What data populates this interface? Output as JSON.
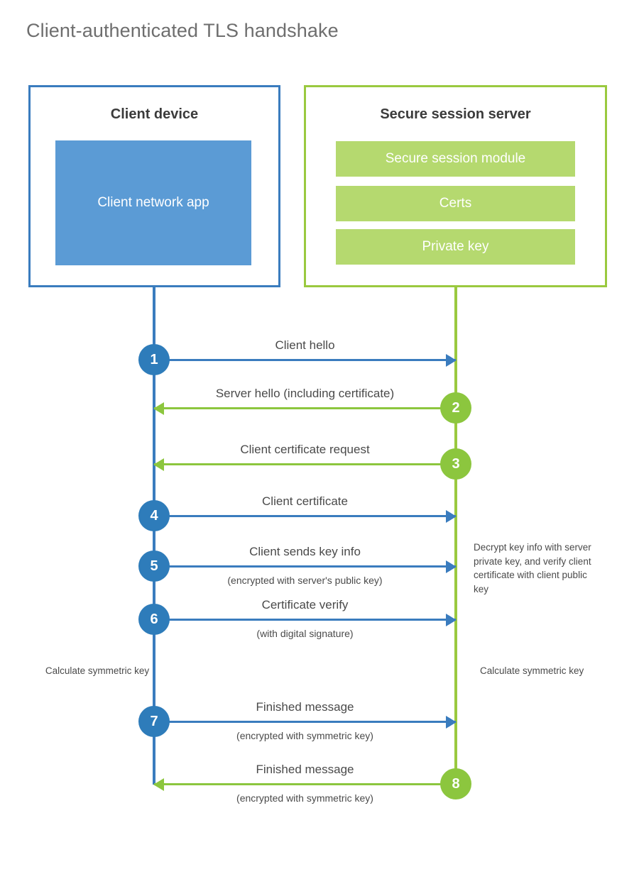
{
  "title": "Client-authenticated TLS handshake",
  "colors": {
    "client_accent": "#3a7cbe",
    "client_badge": "#2e7cba",
    "client_app_fill": "#5b9bd5",
    "server_accent": "#9ac93f",
    "server_badge": "#8cc63e",
    "server_bar_fill": "#b5d96f",
    "text": "#4a4a4a",
    "title_text": "#6e6e6e",
    "background": "#ffffff"
  },
  "client": {
    "title": "Client device",
    "app_label": "Client network app"
  },
  "server": {
    "title": "Secure session server",
    "components": [
      "Secure session module",
      "Certs",
      "Private key"
    ]
  },
  "messages": [
    {
      "step": "1",
      "label": "Client hello",
      "sublabel": "",
      "direction": "to-server"
    },
    {
      "step": "2",
      "label": "Server hello (including certificate)",
      "sublabel": "",
      "direction": "to-client"
    },
    {
      "step": "3",
      "label": "Client certificate request",
      "sublabel": "",
      "direction": "to-client"
    },
    {
      "step": "4",
      "label": "Client certificate",
      "sublabel": "",
      "direction": "to-server"
    },
    {
      "step": "5",
      "label": "Client sends key info",
      "sublabel": "(encrypted with server's public key)",
      "direction": "to-server"
    },
    {
      "step": "6",
      "label": "Certificate verify",
      "sublabel": "(with digital signature)",
      "direction": "to-server"
    },
    {
      "step": "7",
      "label": "Finished message",
      "sublabel": "(encrypted with symmetric key)",
      "direction": "to-server"
    },
    {
      "step": "8",
      "label": "Finished message",
      "sublabel": "(encrypted with symmetric key)",
      "direction": "to-client"
    }
  ],
  "annotations": {
    "decrypt_note": "Decrypt key info with server private key, and verify client certificate with client public key",
    "calculate_client": "Calculate symmetric key",
    "calculate_server": "Calculate symmetric key"
  }
}
